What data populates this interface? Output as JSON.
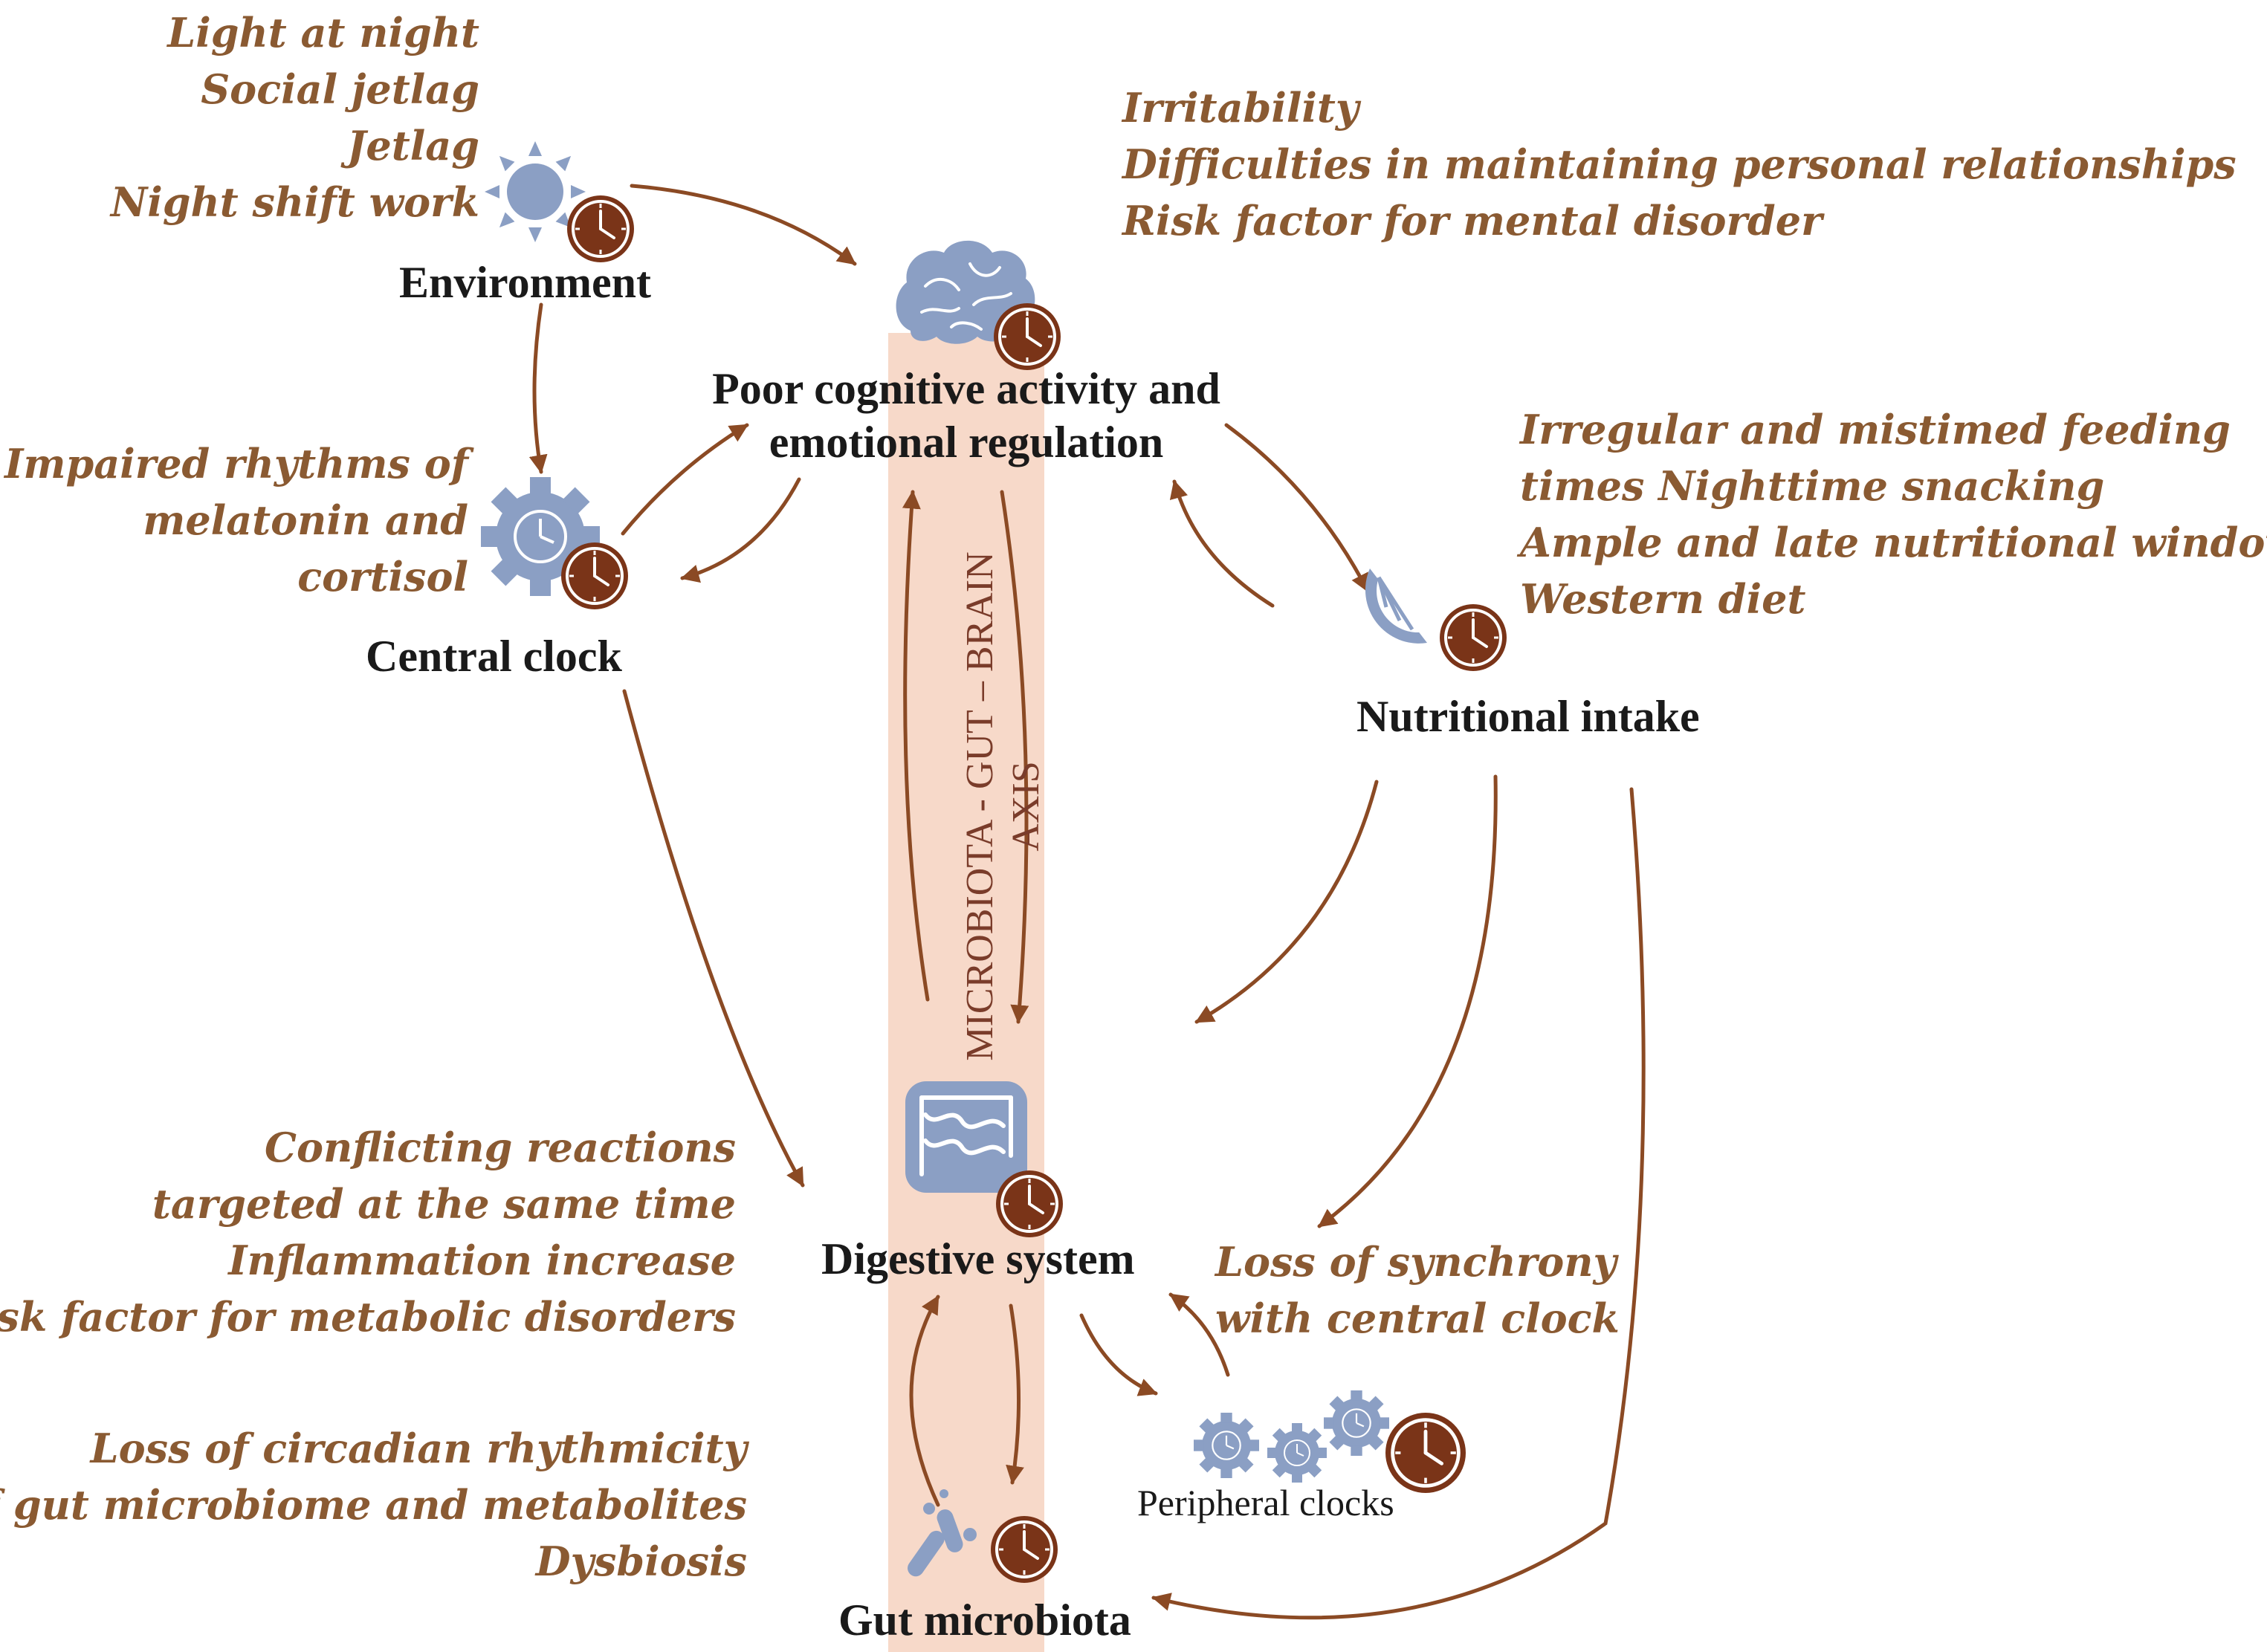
{
  "environment": {
    "label": "Environment",
    "factors": [
      "Light at night",
      "Social jetlag",
      "Jetlag",
      "Night shift work"
    ]
  },
  "brain": {
    "label_line1": "Poor cognitive activity and",
    "label_line2": "emotional regulation",
    "effects": [
      "Irritability",
      "Difficulties in maintaining personal relationships",
      "Risk factor for mental disorder"
    ]
  },
  "central_clock": {
    "label": "Central clock",
    "factors": [
      "Impaired rhythms of",
      "melatonin and",
      "cortisol"
    ]
  },
  "nutrition": {
    "label": "Nutritional intake",
    "factors": [
      "Irregular and mistimed feeding",
      "times Nighttime snacking",
      "Ample and late nutritional window",
      "Western diet"
    ]
  },
  "axis": {
    "line1": "MICROBIOTA - GUT – BRAIN",
    "line2": "AXIS"
  },
  "digestive": {
    "label": "Digestive system",
    "effects": [
      "Conflicting reactions",
      "targeted at the same time",
      "Inflammation increase",
      "Risk factor for metabolic disorders"
    ]
  },
  "peripheral": {
    "label": "Peripheral clocks",
    "effects": [
      "Loss of synchrony",
      "with central clock"
    ]
  },
  "microbiota": {
    "label": "Gut microbiota",
    "effects": [
      "Loss of circadian rhythmicity",
      "of gut microbiome and metabolites",
      "Dysbiosis"
    ]
  },
  "colors": {
    "accent_text": "#8a5a32",
    "arrow": "#8b4a24",
    "axis_band": "#f7d9c9",
    "icon_blue": "#8b9fc4",
    "clock_face": "#7a3418"
  },
  "icons": [
    "sun-icon",
    "brain-icon",
    "gear-icon",
    "orange-slice-icon",
    "intestine-icon",
    "bacteria-icon",
    "clock-icon"
  ]
}
